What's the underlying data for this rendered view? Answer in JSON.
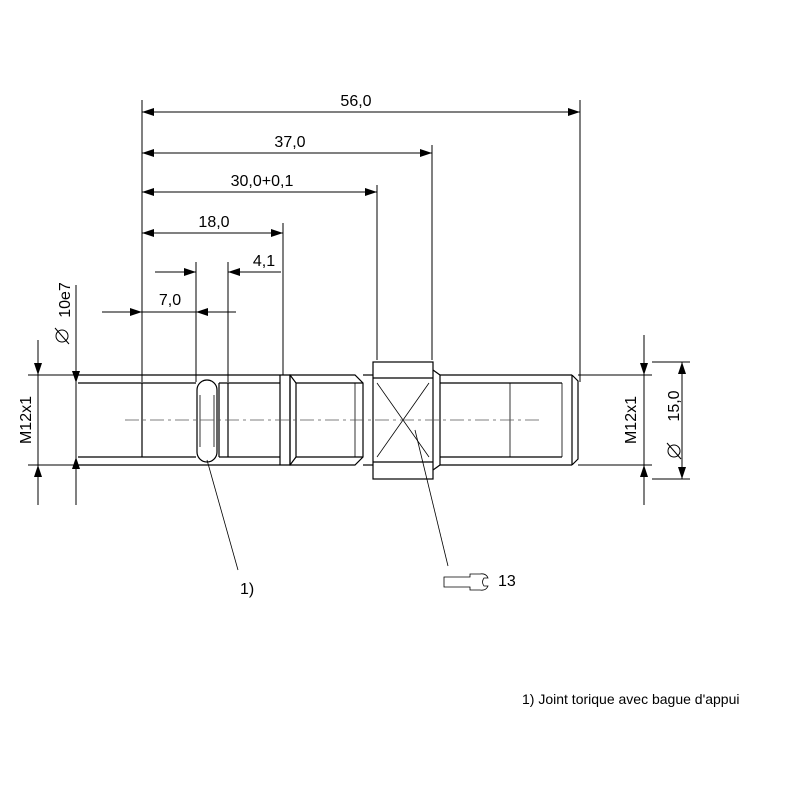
{
  "dimensions": {
    "overall_length": "56,0",
    "wrench_position": "37,0",
    "thread_length": "30,0+0,1",
    "seal_length": "18,0",
    "groove_width": "4,1",
    "groove_offset": "7,0",
    "pilot_diameter": "10e7",
    "thread_left": "M12x1",
    "thread_right": "M12x1",
    "outer_diameter": "15,0"
  },
  "callouts": {
    "footnote_marker": "1)",
    "wrench_size": "13"
  },
  "footnote": {
    "text": "1) Joint torique avec bague d'appui"
  },
  "icons": [
    "diameter-symbol-icon",
    "wrench-icon"
  ]
}
